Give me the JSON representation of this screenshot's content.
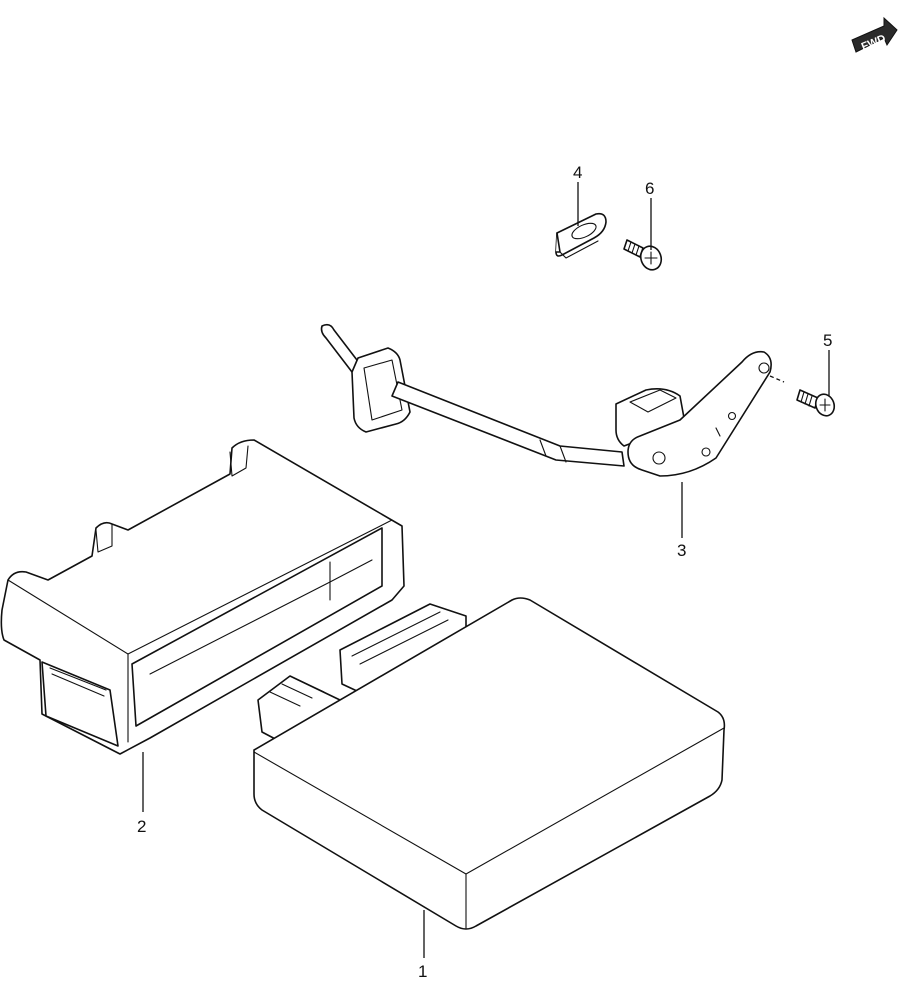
{
  "fwd_badge": {
    "label": "FWD"
  },
  "callouts": [
    {
      "id": "1",
      "text": "1"
    },
    {
      "id": "2",
      "text": "2"
    },
    {
      "id": "3",
      "text": "3"
    },
    {
      "id": "4",
      "text": "4"
    },
    {
      "id": "5",
      "text": "5"
    },
    {
      "id": "6",
      "text": "6"
    }
  ],
  "colors": {
    "line": "#111111",
    "background": "#ffffff",
    "badge_fill": "#2a2a2a"
  }
}
